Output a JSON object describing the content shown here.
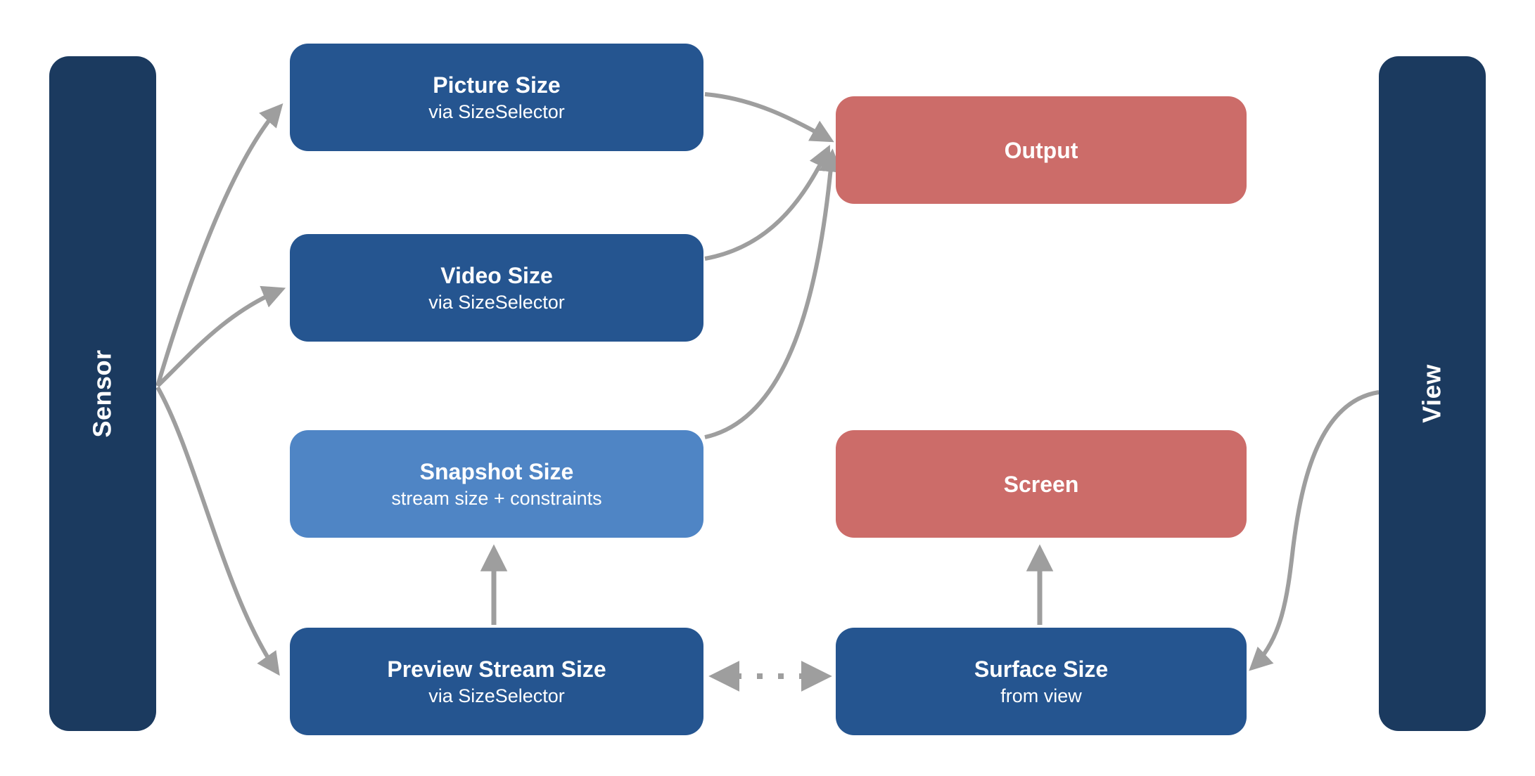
{
  "diagram": {
    "description_visible_only": "camera size-resolution flow diagram",
    "palette": {
      "background": "#ffffff",
      "lane_navy": "#1b3a5f",
      "node_blue": "#255590",
      "node_light_blue": "#4f85c5",
      "node_salmon": "#cc6c69",
      "arrow_gray": "#9e9e9e",
      "text_white": "#ffffff"
    },
    "lanes": {
      "sensor": {
        "label": "Sensor"
      },
      "view": {
        "label": "View"
      }
    },
    "nodes": {
      "picture_size": {
        "title": "Picture Size",
        "subtitle": "via SizeSelector"
      },
      "video_size": {
        "title": "Video Size",
        "subtitle": "via SizeSelector"
      },
      "snapshot_size": {
        "title": "Snapshot Size",
        "subtitle": "stream size + constraints"
      },
      "preview_stream_size": {
        "title": "Preview Stream Size",
        "subtitle": "via SizeSelector"
      },
      "output": {
        "title": "Output"
      },
      "screen": {
        "title": "Screen"
      },
      "surface_size": {
        "title": "Surface Size",
        "subtitle": "from view"
      }
    },
    "edges": [
      {
        "from": "sensor",
        "to": "picture_size",
        "style": "solid-curve",
        "direction": "one-way"
      },
      {
        "from": "sensor",
        "to": "video_size",
        "style": "solid-curve",
        "direction": "one-way"
      },
      {
        "from": "sensor",
        "to": "preview_stream_size",
        "style": "solid-curve",
        "direction": "one-way"
      },
      {
        "from": "picture_size",
        "to": "output",
        "style": "solid-curve",
        "direction": "one-way"
      },
      {
        "from": "video_size",
        "to": "output",
        "style": "solid-curve",
        "direction": "one-way"
      },
      {
        "from": "snapshot_size",
        "to": "output",
        "style": "solid-curve",
        "direction": "one-way"
      },
      {
        "from": "preview_stream_size",
        "to": "snapshot_size",
        "style": "solid-straight",
        "direction": "one-way"
      },
      {
        "from": "preview_stream_size",
        "to": "surface_size",
        "style": "dotted-straight",
        "direction": "two-way"
      },
      {
        "from": "surface_size",
        "to": "screen",
        "style": "solid-straight",
        "direction": "one-way"
      },
      {
        "from": "view",
        "to": "surface_size",
        "style": "solid-curve",
        "direction": "one-way"
      }
    ]
  }
}
